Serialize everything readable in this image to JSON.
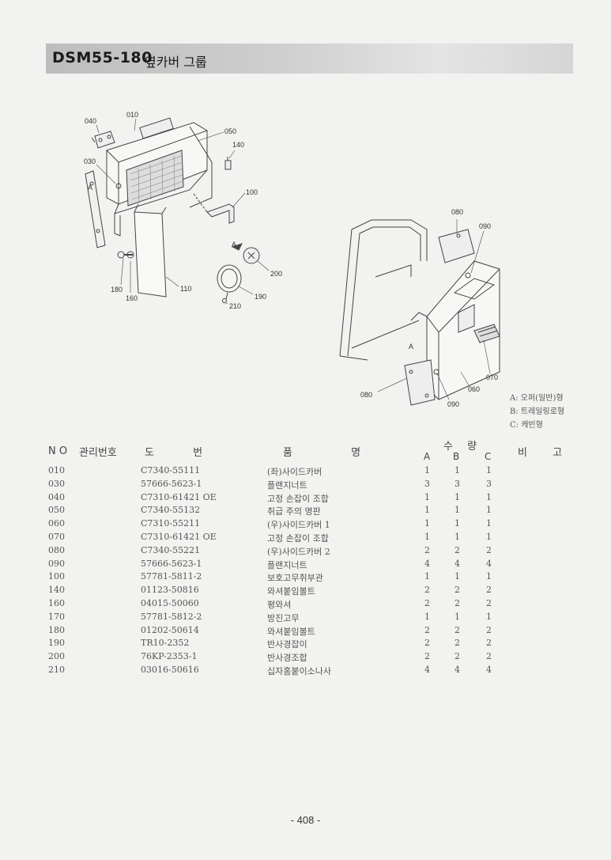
{
  "header": {
    "title": "DSM55-180",
    "subtitle": "옆카버 그룹"
  },
  "diagram_labels": {
    "l040": "040",
    "l010": "010",
    "l050": "050",
    "l140": "140",
    "l030": "030",
    "lA1": "A",
    "l100": "100",
    "lA2": "A",
    "l180": "180",
    "l160": "160",
    "l110": "110",
    "l200": "200",
    "l190": "190",
    "l210": "210",
    "l080a": "080",
    "l090a": "090",
    "lA3": "A",
    "l070": "070",
    "l060": "060",
    "l080b": "080",
    "l090b": "090"
  },
  "legend": [
    "A: 오퍼(일반)형",
    "B: 트레일링로형",
    "C: 캐빈형"
  ],
  "table": {
    "headers": {
      "no": "N O",
      "mgmt": "관리번호",
      "drawing": "도 번",
      "name": "품 명",
      "qty": "수 량",
      "a": "A",
      "b": "B",
      "c": "C",
      "remark": "비 고"
    },
    "rows": [
      {
        "no": "010",
        "drawing": "C7340-55111",
        "name": "(좌)사이드카버",
        "a": "1",
        "b": "1",
        "c": "1"
      },
      {
        "no": "030",
        "drawing": "57666-5623-1",
        "name": "플랜지너트",
        "a": "3",
        "b": "3",
        "c": "3"
      },
      {
        "no": "040",
        "drawing": "C7310-61421 OE",
        "name": "고정 손잡이 조합",
        "a": "1",
        "b": "1",
        "c": "1"
      },
      {
        "no": "050",
        "drawing": "C7340-55132",
        "name": "취급 주의 명판",
        "a": "1",
        "b": "1",
        "c": "1"
      },
      {
        "no": "060",
        "drawing": "C7310-55211",
        "name": "(우)사이드카버 1",
        "a": "1",
        "b": "1",
        "c": "1"
      },
      {
        "no": "070",
        "drawing": "C7310-61421 OE",
        "name": "고정 손잡이 조합",
        "a": "1",
        "b": "1",
        "c": "1"
      },
      {
        "no": "080",
        "drawing": "C7340-55221",
        "name": "(우)사이드카버 2",
        "a": "2",
        "b": "2",
        "c": "2"
      },
      {
        "no": "090",
        "drawing": "57666-5623-1",
        "name": "플랜지너트",
        "a": "4",
        "b": "4",
        "c": "4"
      },
      {
        "no": "100",
        "drawing": "57781-5811-2",
        "name": "보호고무취부관",
        "a": "1",
        "b": "1",
        "c": "1"
      },
      {
        "no": "140",
        "drawing": "01123-50816",
        "name": "와셔붙임볼트",
        "a": "2",
        "b": "2",
        "c": "2"
      },
      {
        "no": "160",
        "drawing": "04015-50060",
        "name": "평와셔",
        "a": "2",
        "b": "2",
        "c": "2"
      },
      {
        "no": "170",
        "drawing": "57781-5812-2",
        "name": "방진고무",
        "a": "1",
        "b": "1",
        "c": "1"
      },
      {
        "no": "180",
        "drawing": "01202-50614",
        "name": "와셔붙임볼트",
        "a": "2",
        "b": "2",
        "c": "2"
      },
      {
        "no": "190",
        "drawing": "TR10-2352",
        "name": "반사경잡이",
        "a": "2",
        "b": "2",
        "c": "2"
      },
      {
        "no": "200",
        "drawing": "76KP-2353-1",
        "name": "반사경조합",
        "a": "2",
        "b": "2",
        "c": "2"
      },
      {
        "no": "210",
        "drawing": "03016-50616",
        "name": "십자홈붙이소나사",
        "a": "4",
        "b": "4",
        "c": "4"
      }
    ]
  },
  "page_number": "- 408 -"
}
